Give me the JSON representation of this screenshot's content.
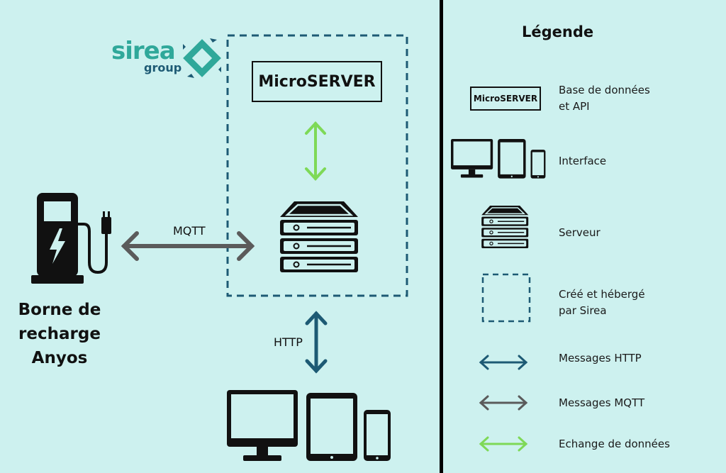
{
  "logo": {
    "name": "sirea",
    "sub": "group"
  },
  "diagram": {
    "microserver_label": "MicroSERVER",
    "mqtt_label": "MQTT",
    "http_label": "HTTP",
    "borne_label_line1": "Borne de",
    "borne_label_line2": "recharge",
    "borne_label_line3": "Anyos"
  },
  "legend": {
    "title": "Légende",
    "items": [
      {
        "icon": "microserver-box",
        "label_line1": "Base de données",
        "label_line2": "et API"
      },
      {
        "icon": "devices-icon",
        "label_line1": "Interface",
        "label_line2": ""
      },
      {
        "icon": "server-icon",
        "label_line1": "Serveur",
        "label_line2": ""
      },
      {
        "icon": "dashed-square",
        "label_line1": "Créé et hébergé",
        "label_line2": "par Sirea"
      },
      {
        "icon": "http-arrow",
        "label_line1": "Messages HTTP",
        "label_line2": ""
      },
      {
        "icon": "mqtt-arrow",
        "label_line1": "Messages MQTT",
        "label_line2": ""
      },
      {
        "icon": "data-arrow",
        "label_line1": "Echange de données",
        "label_line2": ""
      }
    ]
  },
  "colors": {
    "background": "#cdf1ef",
    "http": "#1d5a74",
    "mqtt": "#5b5b5b",
    "data": "#7ed957",
    "dashed": "#1d5a74",
    "logo": "#2fa89a"
  }
}
